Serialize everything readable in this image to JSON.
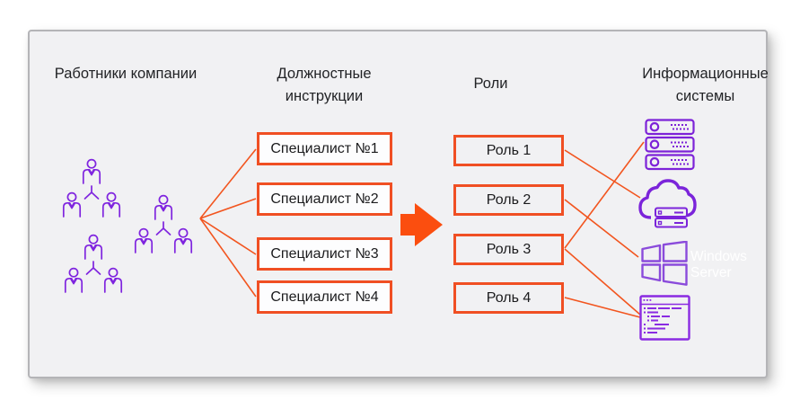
{
  "diagram": {
    "columns": {
      "employees": {
        "title": "Работники компании"
      },
      "instructions": {
        "title": "Должностные инструкции",
        "items": [
          "Специалист №1",
          "Специалист №2",
          "Специалист №3",
          "Специалист №4"
        ]
      },
      "roles": {
        "title": "Роли",
        "items": [
          "Роль 1",
          "Роль 2",
          "Роль 3",
          "Роль 4"
        ]
      },
      "systems": {
        "title": "Информационные системы",
        "windows_label": "Windows Server",
        "icons": [
          "server-rack-icon",
          "cloud-hosting-icon",
          "windows-logo-icon",
          "code-window-icon"
        ]
      }
    },
    "connections": [
      {
        "from": "работники компании",
        "to": "Специалист №1"
      },
      {
        "from": "работники компании",
        "to": "Специалист №2"
      },
      {
        "from": "работники компании",
        "to": "Специалист №3"
      },
      {
        "from": "работники компании",
        "to": "Специалист №4"
      },
      {
        "from": "должностные инструкции",
        "to": "роли",
        "type": "arrow"
      },
      {
        "from": "Роль 1",
        "to": "cloud-hosting-icon"
      },
      {
        "from": "Роль 2",
        "to": "windows-logo-icon"
      },
      {
        "from": "Роль 3",
        "to": "server-rack-icon"
      },
      {
        "from": "Роль 3",
        "to": "code-window-icon"
      },
      {
        "from": "Роль 4",
        "to": "code-window-icon"
      }
    ],
    "colors": {
      "accent_orange": "#F04F23",
      "arrow_orange": "#FB4E0F",
      "icon_purple": "#7F24DF",
      "windows_purple": "#8A4BDB",
      "panel_bg": "#F1F1F3",
      "panel_border": "#B4B4B7",
      "box_fill": "#FDFDFE",
      "text": "#222326"
    }
  }
}
